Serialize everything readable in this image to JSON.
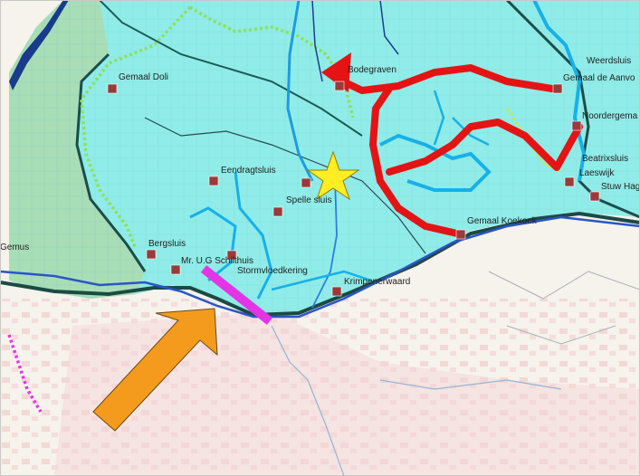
{
  "map": {
    "colors": {
      "polder": "#8fece8",
      "polder_left": "#a9ddb6",
      "urban": "#f2d8d8",
      "land": "#f6f2ec",
      "river": "#1e9be0",
      "red_route": "#e41414",
      "magenta": "#e335e6",
      "arrow": "#f49b1e",
      "star": "#ffee22"
    },
    "labels": {
      "gemaal_doli": "Gemaal Doli",
      "bodegraven": "Bodegraven",
      "weerdsluis": "Weerdsluis",
      "gemaal_de_aanvoer": "Gemaal de Aanvo",
      "noordergemaal": "Noordergema",
      "beatrixsluis": "Beatrixsluis",
      "laagwijk": "Laeswijk",
      "stuw_hagestein": "Stuw Hag",
      "eendragtsluis": "Eendragtsluis",
      "spelle_sluis": "Spelle sluis",
      "gemaal_koekoek": "Gemaal Koekoek",
      "bergsluis": "Bergsluis",
      "mr_ug_schilthuis": "Mr. U.G Schilthuis",
      "stormvloedkering": "Stormvloedkering",
      "krimpenerwaard": "Krimpenerwaard",
      "gemus": "Gemus"
    }
  }
}
